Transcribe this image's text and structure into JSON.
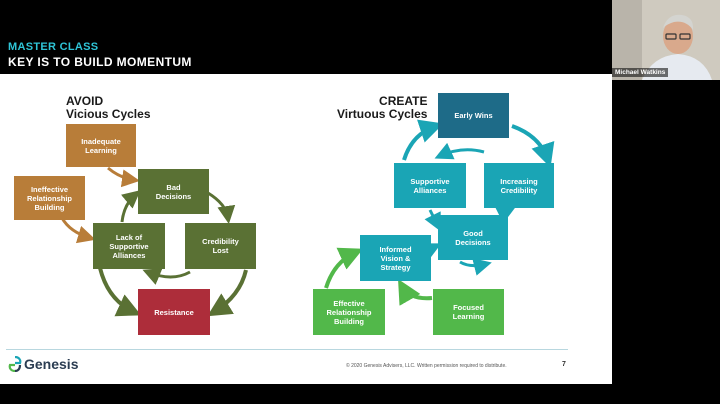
{
  "header": {
    "subtitle": "MASTER CLASS",
    "title": "KEY IS TO BUILD MOMENTUM"
  },
  "avoid": {
    "title_1": "AVOID",
    "title_2": "Vicious Cycles",
    "boxes": {
      "inadequate_learning": "Inadequate\nLearning",
      "ineffective_building": "Ineffective\nRelationship\nBuilding",
      "bad_decisions": "Bad\nDecisions",
      "lack_alliances": "Lack of\nSupportive\nAlliances",
      "credibility_lost": "Credibility\nLost",
      "resistance": "Resistance"
    }
  },
  "create": {
    "title_1": "CREATE",
    "title_2": "Virtuous Cycles",
    "boxes": {
      "early_wins": "Early Wins",
      "supportive_alliances": "Supportive\nAlliances",
      "increasing_credibility": "Increasing\nCredibility",
      "good_decisions": "Good\nDecisions",
      "informed_vision": "Informed\nVision &\nStrategy",
      "effective_building": "Effective\nRelationship\nBuilding",
      "focused_learning": "Focused\nLearning"
    }
  },
  "footer": {
    "logo": "Genesis",
    "copyright": "© 2020 Genesis Advisers, LLC. Written permission required to distribute.",
    "page_number": "7"
  },
  "video": {
    "speaker_name": "Michael Watkins"
  },
  "colors": {
    "accent_teal": "#2fc4d6",
    "olive": "#5a7134",
    "brown": "#b87d39",
    "red": "#ad2d3a",
    "navy": "#1e6b88",
    "teal": "#1aa5b5",
    "green": "#52b84a"
  }
}
